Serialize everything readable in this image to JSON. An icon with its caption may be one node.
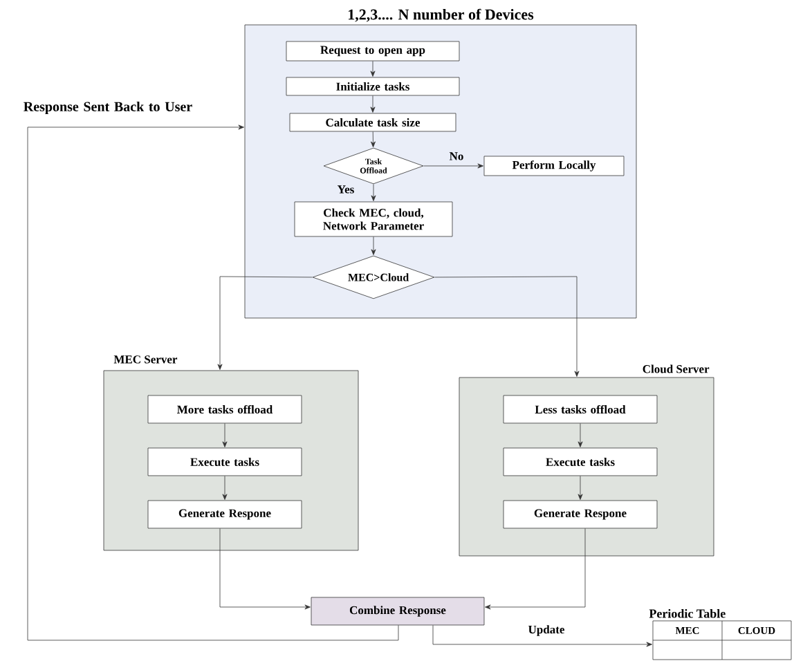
{
  "diagram": {
    "nodes": [
      {
        "text": [
          "1,2,3.... N number of Devices"
        ]
      },
      {
        "text": [
          "Request to open app"
        ],
        "in": 0
      },
      {
        "text": [
          "Initialize tasks"
        ],
        "in": 0
      },
      {
        "text": [
          "Calculate task size"
        ],
        "in": 0
      },
      {
        "text": [
          "Task Offload"
        ],
        "in": 0
      },
      {
        "text": [
          "Perform Locally"
        ],
        "in": 0
      },
      {
        "text": [
          "Check MEC, cloud, Network Parameter"
        ],
        "in": 0
      },
      {
        "text": [
          "MEC>Cloud"
        ],
        "in": 0
      },
      {
        "text": [
          "MEC Server"
        ]
      },
      {
        "text": [
          "More tasks offload"
        ],
        "in": 8
      },
      {
        "text": [
          "Execute tasks"
        ],
        "in": 8
      },
      {
        "text": [
          "Generate Respone"
        ],
        "in": 8
      },
      {
        "text": [
          "Cloud Server"
        ]
      },
      {
        "text": [
          "Less tasks offload"
        ],
        "in": 12
      },
      {
        "text": [
          "Execute tasks"
        ],
        "in": 12
      },
      {
        "text": [
          "Generate Respone"
        ],
        "in": 12
      },
      {
        "text": [
          "Combine Response"
        ]
      },
      {
        "text": [
          "Periodic Table",
          "MEC",
          "CLOUD"
        ]
      }
    ],
    "edges": [
      {
        "from": 1,
        "to": 2,
        "arrow": "to"
      },
      {
        "from": 2,
        "to": 3,
        "arrow": "to"
      },
      {
        "from": 3,
        "to": 4,
        "arrow": "to"
      },
      {
        "from": 4,
        "to": 5,
        "arrow": "to",
        "label": "No"
      },
      {
        "from": 4,
        "to": 6,
        "arrow": "to",
        "label": "Yes"
      },
      {
        "from": 6,
        "to": 7,
        "arrow": "to"
      },
      {
        "from": 7,
        "to": 8,
        "arrow": "to"
      },
      {
        "from": 7,
        "to": 12,
        "arrow": "to"
      },
      {
        "from": 9,
        "to": 10,
        "arrow": "to"
      },
      {
        "from": 10,
        "to": 11,
        "arrow": "to"
      },
      {
        "from": 13,
        "to": 14,
        "arrow": "to"
      },
      {
        "from": 14,
        "to": 15,
        "arrow": "to"
      },
      {
        "from": 11,
        "to": 16,
        "arrow": "to"
      },
      {
        "from": 15,
        "to": 16,
        "arrow": "to"
      },
      {
        "from": 16,
        "to": 0,
        "arrow": "to",
        "label": "Response Sent Back to User"
      },
      {
        "from": 16,
        "to": 17,
        "arrow": "to",
        "label": "Update"
      }
    ]
  }
}
